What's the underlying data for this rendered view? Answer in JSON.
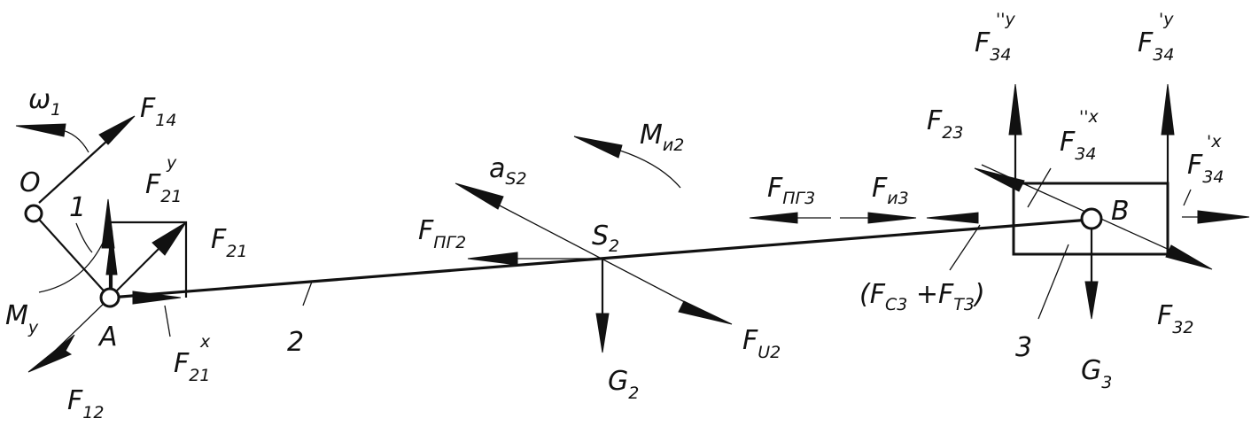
{
  "labels": {
    "O": "O",
    "one": "1",
    "two": "2",
    "three": "3",
    "A": "A",
    "B": "B",
    "S2": {
      "main": "S",
      "sub": "2"
    },
    "omega1": {
      "main": "ω",
      "sub": "1"
    },
    "F14": {
      "main": "F",
      "sub": "14"
    },
    "F21y": {
      "main": "F",
      "sub": "21",
      "sup": "y"
    },
    "F21": {
      "main": "F",
      "sub": "21"
    },
    "F21x": {
      "main": "F",
      "sub": "21",
      "sup": "x"
    },
    "My": {
      "main": "M",
      "sub": "y"
    },
    "F12": {
      "main": "F",
      "sub": "12"
    },
    "Mi2": {
      "main": "M",
      "sub": "и2"
    },
    "aS2": {
      "main": "a",
      "sub": "S2"
    },
    "FPG2": {
      "main": "F",
      "sub": "ПГ2"
    },
    "FU2": {
      "main": "F",
      "sub": "U2"
    },
    "G2": {
      "main": "G",
      "sub": "2"
    },
    "FPG3": {
      "main": "F",
      "sub": "ПГ3"
    },
    "Fi3": {
      "main": "F",
      "sub": "и3"
    },
    "FC3FT3": {
      "open": "(F",
      "sub1": "C3",
      "mid": " +F",
      "sub2": "T3",
      "close": ")"
    },
    "F23": {
      "main": "F",
      "sub": "23"
    },
    "F34ppy": {
      "main": "F",
      "sub": "34",
      "sup": "''y"
    },
    "F34py": {
      "main": "F",
      "sub": "34",
      "sup": "'y"
    },
    "F34ppx": {
      "main": "F",
      "sub": "34",
      "sup": "''x"
    },
    "F34px": {
      "main": "F",
      "sub": "34",
      "sup": "'x"
    },
    "F32": {
      "main": "F",
      "sub": "32"
    },
    "G3": {
      "main": "G",
      "sub": "3"
    }
  }
}
